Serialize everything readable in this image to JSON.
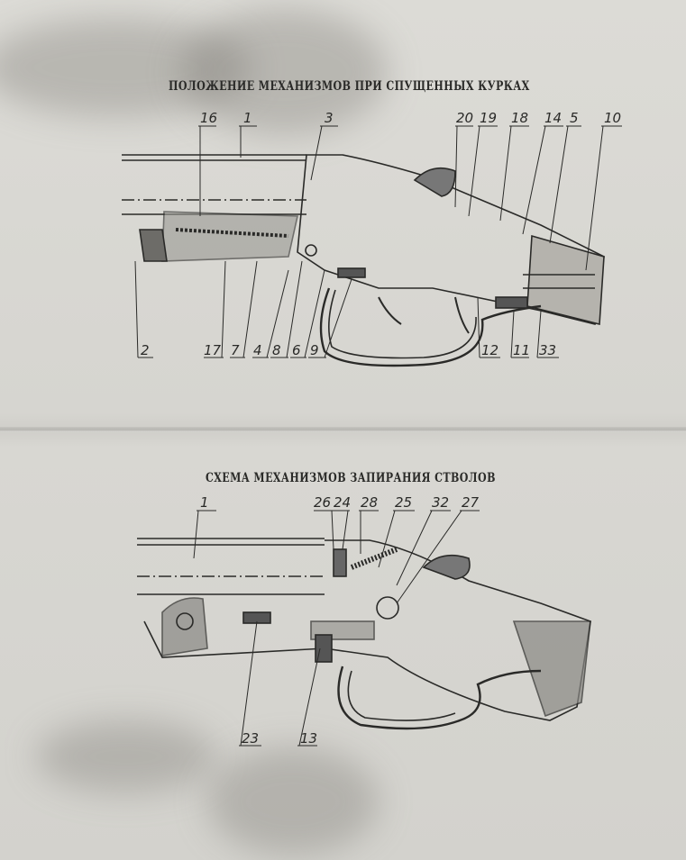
{
  "top_figure": {
    "title": "ПОЛОЖЕНИЕ МЕХАНИЗМОВ ПРИ СПУЩЕННЫХ КУРКАХ",
    "labels_top": [
      "16",
      "1",
      "3",
      "20",
      "19",
      "18",
      "14",
      "5",
      "10"
    ],
    "labels_bottom": [
      "2",
      "17",
      "7",
      "4",
      "8",
      "6",
      "9",
      "12",
      "11",
      "33"
    ]
  },
  "bottom_figure": {
    "title": "СХЕМА МЕХАНИЗМОВ ЗАПИРАНИЯ СТВОЛОВ",
    "labels_top": [
      "1",
      "26",
      "24",
      "28",
      "25",
      "32",
      "27"
    ],
    "labels_bottom": [
      "23",
      "13"
    ]
  }
}
